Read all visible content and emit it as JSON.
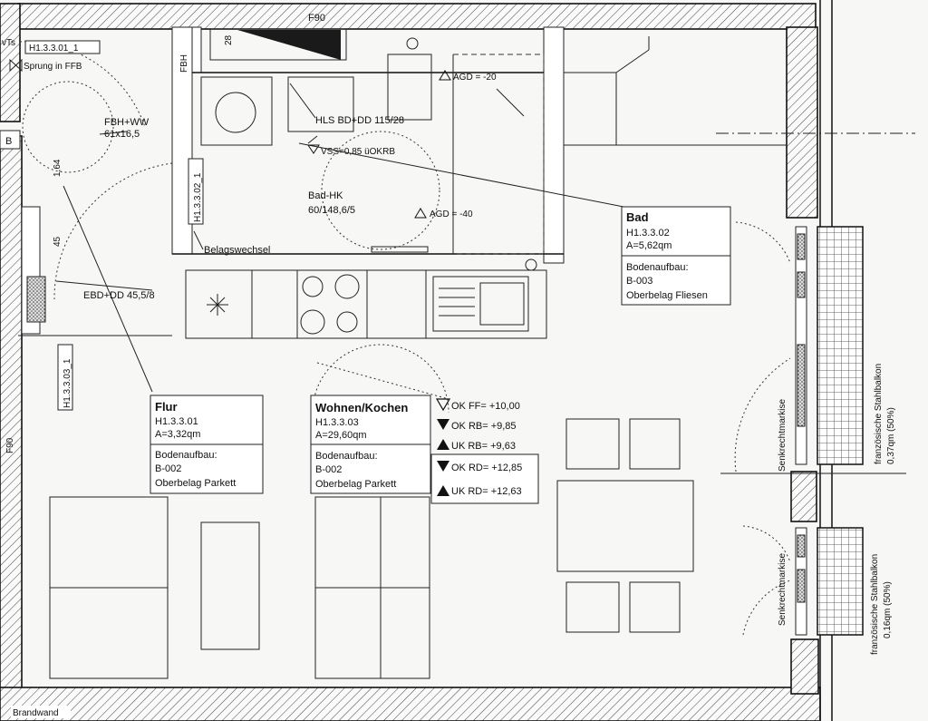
{
  "labels": {
    "f90_top": "F90",
    "f90_left": "F90",
    "vts": "vTs",
    "door_tag_top": "H1.3.3.01_1",
    "sprung": "Sprung in FFB",
    "grid_b": "B",
    "fbh_ww": "FBH+WW",
    "fbh_size": "61x16,5",
    "dim_164": "1,64",
    "dim_45": "45",
    "door_tag_bad": "H1.3.3.02_1",
    "door_tag_flur": "H1.3.3.03_1",
    "ebd": "EBD+DD 45,5/8",
    "belagswechsel": "Belagswechsel",
    "dim_28": "28",
    "fbh_small": "FBH",
    "hls": "HLS BD+DD 115/28",
    "vss": "VSS=0,85 üOKRB",
    "agd1": "AGD = -20",
    "agd2": "AGD = -40",
    "bad_hk_1": "Bad-HK",
    "bad_hk_2": "60/148,6/5",
    "senk1": "Senkrechtmarkise",
    "senk2": "Senkrechtmarkise",
    "balkon1_1": "französische Stahlbalkon",
    "balkon1_2": "0,37qm (50%)",
    "balkon2_1": "französische Stahlbalkon",
    "balkon2_2": "0,16qm (50%)",
    "brandwand": "Brandwand"
  },
  "rooms": {
    "flur": {
      "name": "Flur",
      "id": "H1.3.3.01",
      "area": "A=3,32qm",
      "aufbau_label": "Bodenaufbau:",
      "aufbau_code": "B-002",
      "belag": "Oberbelag Parkett"
    },
    "wohnen": {
      "name": "Wohnen/Kochen",
      "id": "H1.3.3.03",
      "area": "A=29,60qm",
      "aufbau_label": "Bodenaufbau:",
      "aufbau_code": "B-002",
      "belag": "Oberbelag Parkett"
    },
    "bad": {
      "name": "Bad",
      "id": "H1.3.3.02",
      "area": "A=5,62qm",
      "aufbau_label": "Bodenaufbau:",
      "aufbau_code": "B-003",
      "belag": "Oberbelag Fliesen"
    }
  },
  "levels": [
    {
      "text": "OK FF= +10,00",
      "marker": "open-down"
    },
    {
      "text": "OK RB= +9,85",
      "marker": "filled-down"
    },
    {
      "text": "UK RB= +9,63",
      "marker": "filled-up"
    },
    {
      "text": "OK RD= +12,85",
      "marker": "filled-down"
    },
    {
      "text": "UK RD= +12,63",
      "marker": "filled-up"
    }
  ]
}
